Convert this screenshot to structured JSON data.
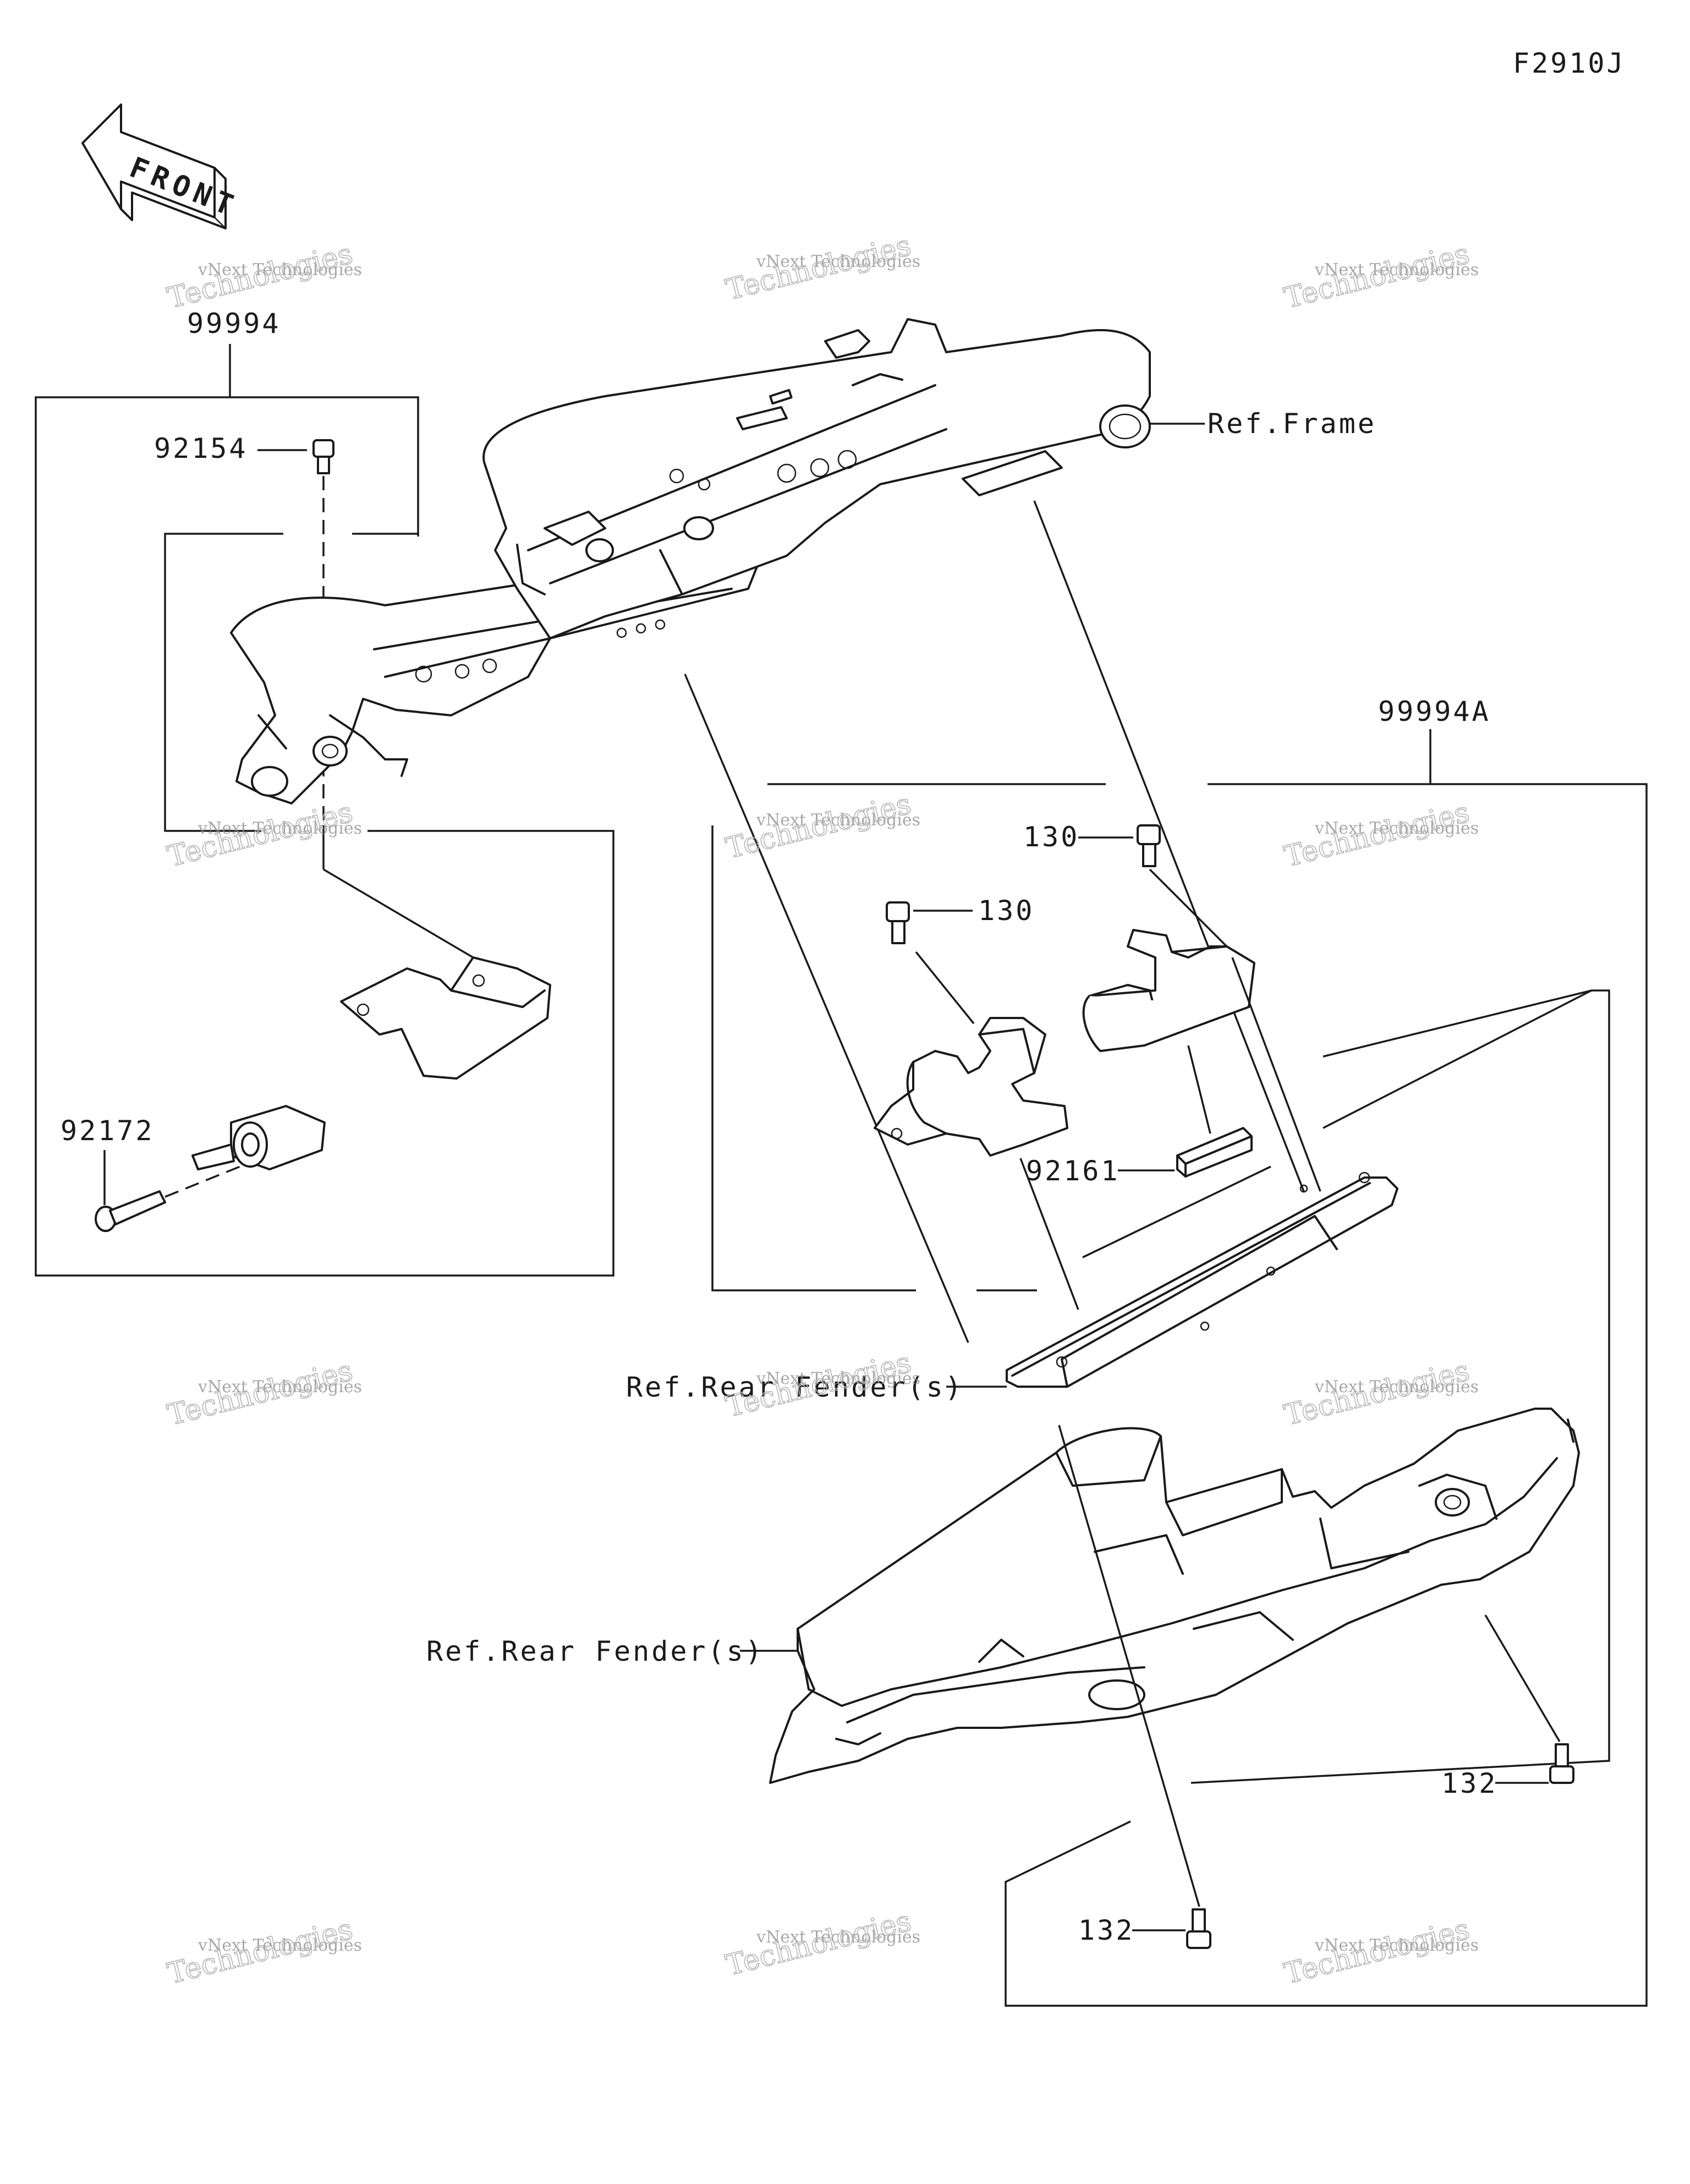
{
  "diagram": {
    "code": "F2910J",
    "front_arrow": "FRONT",
    "group_labels": {
      "kit_left": "99994",
      "kit_right": "99994A"
    },
    "parts": {
      "bolt_top": "92154",
      "bolt_long": "92172",
      "bolt_a": "130",
      "bolt_b": "130",
      "pad": "92161",
      "bolt_c": "132",
      "bolt_d": "132"
    },
    "refs": {
      "frame": "Ref.Frame",
      "rear_fender_1": "Ref.Rear Fender(s)",
      "rear_fender_2": "Ref.Rear Fender(s)"
    },
    "watermark": {
      "line1": "vNext Technologies",
      "line2": "Technologies"
    }
  }
}
